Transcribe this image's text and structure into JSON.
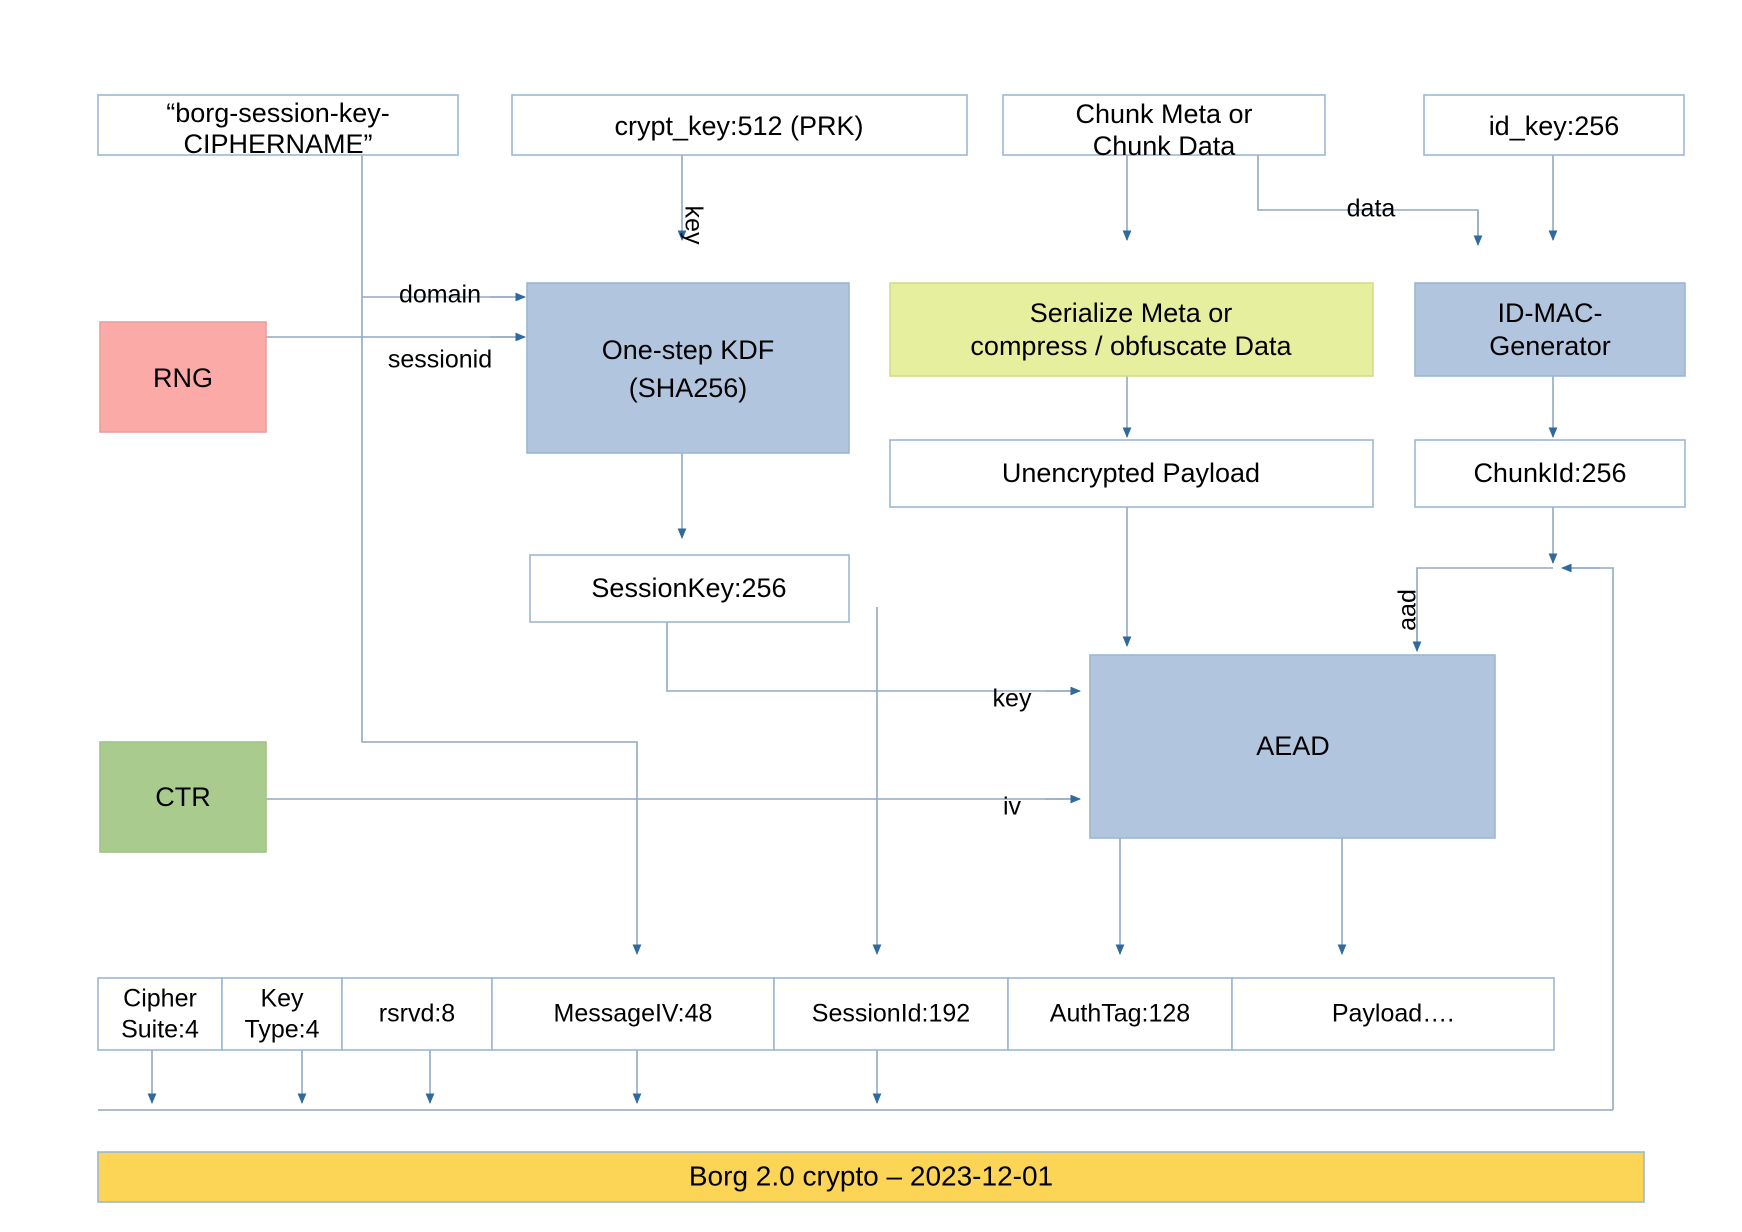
{
  "diagram": {
    "title": "Borg 2.0 crypto – 2023-12-01",
    "colors": {
      "box_fill_plain": "#ffffff",
      "box_fill_process": "#b1c5de",
      "box_fill_rng": "#fbaaa8",
      "box_fill_ctr": "#a9cc8e",
      "box_fill_serialize": "#e6ef9e",
      "banner_fill": "#fcd456",
      "edge_stroke": "#93a9c4",
      "arrow_fill": "#30699b",
      "border_stroke": "#9bb7d4"
    },
    "nodes": {
      "domain_string": "“borg-session-key-CIPHERNAME”",
      "domain_string_line1": "“borg-session-key-",
      "domain_string_line2": "CIPHERNAME”",
      "crypt_key": "crypt_key:512 (PRK)",
      "chunk_source_line1": "Chunk Meta or",
      "chunk_source_line2": "Chunk Data",
      "id_key": "id_key:256",
      "rng": "RNG",
      "kdf_line1": "One-step KDF",
      "kdf_line2": "(SHA256)",
      "serialize_line1": "Serialize Meta or",
      "serialize_line2": "compress / obfuscate Data",
      "idmac_line1": "ID-MAC-",
      "idmac_line2": "Generator",
      "unencrypted_payload": "Unencrypted Payload",
      "chunk_id": "ChunkId:256",
      "session_key": "SessionKey:256",
      "ctr": "CTR",
      "aead": "AEAD"
    },
    "edge_labels": {
      "domain": "domain",
      "sessionid": "sessionid",
      "key_kdf": "key",
      "data": "data",
      "key_aead": "key",
      "iv": "iv",
      "aad": "aad"
    },
    "packet_fields": [
      {
        "label": "Cipher Suite:4",
        "line1": "Cipher",
        "line2": "Suite:4"
      },
      {
        "label": "Key Type:4",
        "line1": "Key",
        "line2": "Type:4"
      },
      {
        "label": "rsrvd:8",
        "line1": "rsrvd:8",
        "line2": ""
      },
      {
        "label": "MessageIV:48",
        "line1": "MessageIV:48",
        "line2": ""
      },
      {
        "label": "SessionId:192",
        "line1": "SessionId:192",
        "line2": ""
      },
      {
        "label": "AuthTag:128",
        "line1": "AuthTag:128",
        "line2": ""
      },
      {
        "label": "Payload….",
        "line1": "Payload….",
        "line2": ""
      }
    ]
  }
}
